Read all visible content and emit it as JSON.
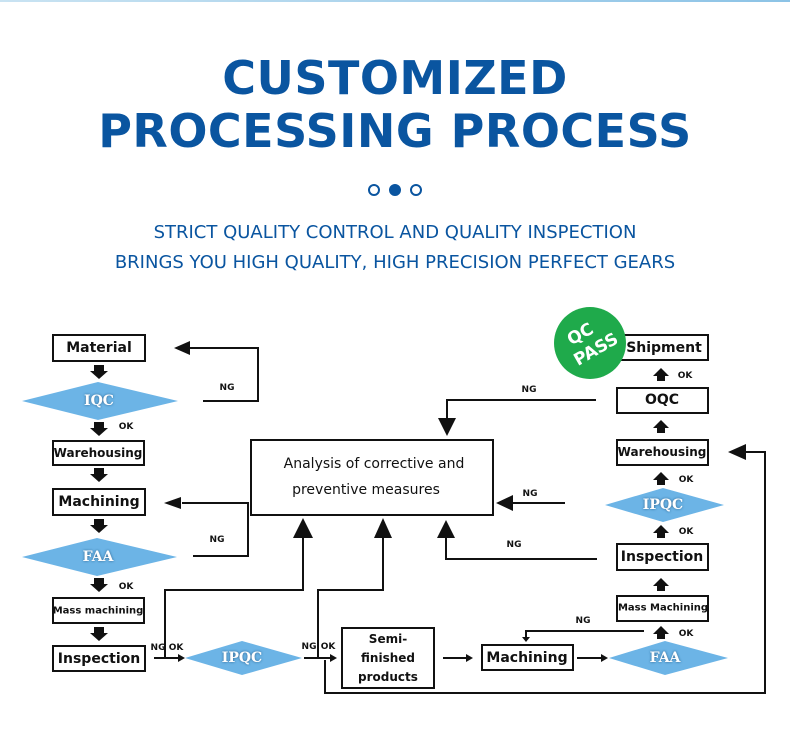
{
  "header": {
    "title_line1": "CUSTOMIZED",
    "title_line2": "PROCESSING PROCESS",
    "pager": {
      "count": 3,
      "active_index": 1
    },
    "subtitle_line1": "STRICT QUALITY CONTROL AND QUALITY INSPECTION",
    "subtitle_line2": "BRINGS YOU HIGH QUALITY, HIGH PRECISION PERFECT GEARS"
  },
  "colors": {
    "brand_blue": "#0a55a0",
    "decision_fill": "#6cb4e6",
    "badge_green": "#1faa4b"
  },
  "flow": {
    "left_column": {
      "material": "Material",
      "iqc": "IQC",
      "warehousing": "Warehousing",
      "machining": "Machining",
      "faa": "FAA",
      "mass_machining": "Mass machining",
      "inspection": "Inspection"
    },
    "center": {
      "analysis_line1": "Analysis of corrective and",
      "analysis_line2": "preventive measures"
    },
    "bottom_row": {
      "ipqc": "IPQC",
      "semi_line1": "Semi-",
      "semi_line2": "finished",
      "semi_line3": "products",
      "machining": "Machining",
      "faa": "FAA"
    },
    "right_column": {
      "shipment": "Shipment",
      "oqc": "OQC",
      "warehousing": "Warehousing",
      "ipqc": "IPQC",
      "inspection": "Inspection",
      "mass_machining": "Mass Machining"
    },
    "badge": {
      "line1": "QC",
      "line2": "PASS"
    },
    "labels": {
      "ok": "OK",
      "ng": "NG"
    }
  }
}
